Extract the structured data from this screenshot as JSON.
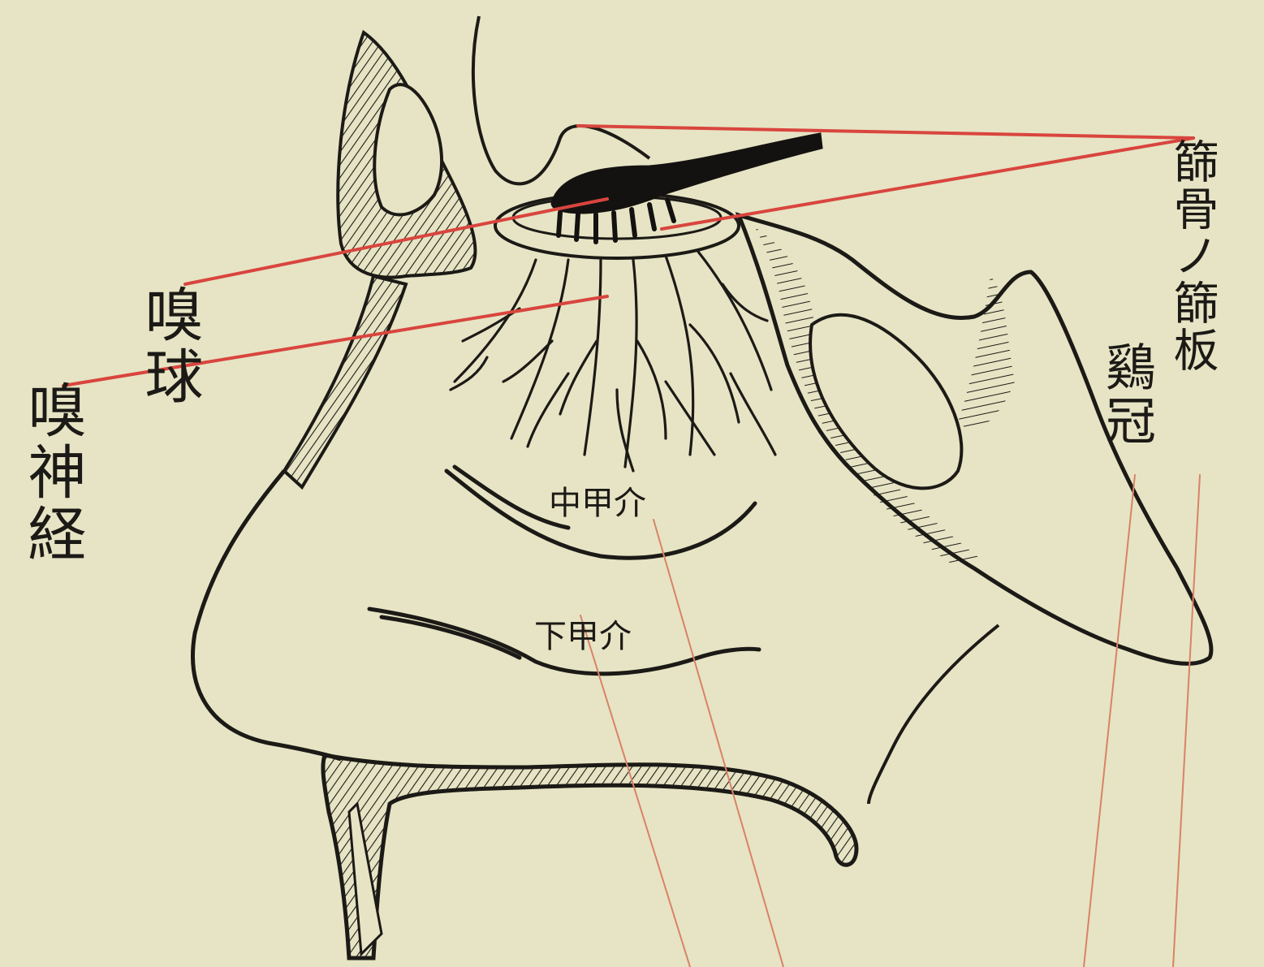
{
  "labels": {
    "olfactory_bulb": "嗅球",
    "olfactory_nerve": "嗅神経",
    "cribriform_plate": "篩骨ノ篩板",
    "crista_galli": "鷄冠",
    "middle_concha": "中甲介",
    "inferior_concha": "下甲介"
  },
  "colors": {
    "paper": "#e6e4c4",
    "ink": "#1c1a16",
    "leader_red": "#d9453e",
    "leader_thin": "#d98268"
  }
}
